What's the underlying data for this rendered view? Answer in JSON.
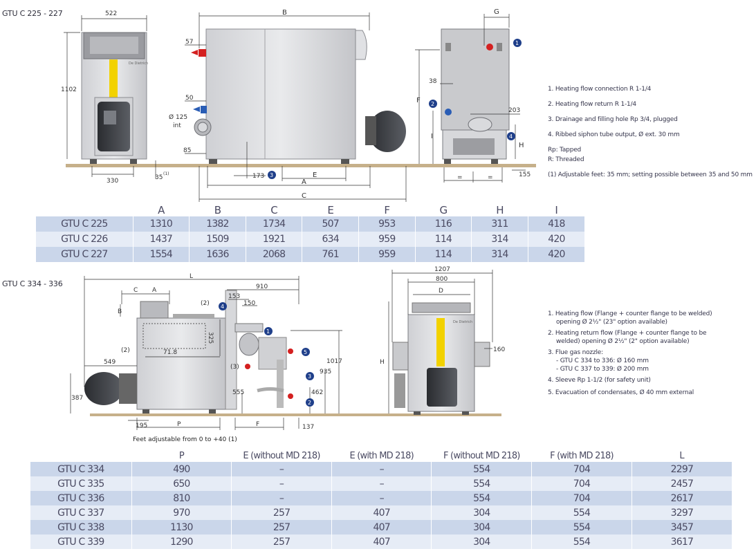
{
  "section1": {
    "title": "GTU C 225 - 227",
    "dims": {
      "d522": "522",
      "B": "B",
      "G": "G",
      "d1102": "1102",
      "d57": "57",
      "d50": "50",
      "d125": "Ø 125",
      "int": "int",
      "d85": "85",
      "d330": "330",
      "d35": "35",
      "sup1": "(1)",
      "d173": "173",
      "E": "E",
      "A": "A",
      "C": "C",
      "d38": "38",
      "F": "F",
      "d203": "203",
      "I": "I",
      "H": "H",
      "d155": "155",
      "eq": "="
    },
    "callouts": [
      "1",
      "2",
      "3",
      "4"
    ],
    "notes": [
      "1. Heating flow connection R 1-1/4",
      "2. Heating flow return R 1-1/4",
      "3. Drainage and filling hole Rp 3/4, plugged",
      "4. Ribbed siphon tube output, Ø ext. 30 mm",
      "Rp: Tapped",
      "R: Threaded",
      "(1) Adjustable feet: 35 mm; setting possible between 35 and 50 mm"
    ],
    "brand": "De Dietrich",
    "table": {
      "headers": [
        "",
        "A",
        "B",
        "C",
        "E",
        "F",
        "G",
        "H",
        "I"
      ],
      "rows": [
        [
          "GTU C 225",
          "1310",
          "1382",
          "1734",
          "507",
          "953",
          "116",
          "311",
          "418"
        ],
        [
          "GTU C 226",
          "1437",
          "1509",
          "1921",
          "634",
          "959",
          "114",
          "314",
          "420"
        ],
        [
          "GTU C 227",
          "1554",
          "1636",
          "2068",
          "761",
          "959",
          "114",
          "314",
          "420"
        ]
      ]
    }
  },
  "section2": {
    "title": "GTU C 334 - 336",
    "dims": {
      "L": "L",
      "d910": "910",
      "C": "C",
      "A": "A",
      "d153": "153",
      "d150": "150",
      "p2a": "(2)",
      "B": "B",
      "d325": "325",
      "p2b": "(2)",
      "d718": "71.8",
      "d549": "549",
      "p3": "(3)",
      "d1017": "1017",
      "d935": "935",
      "d555": "555",
      "d462": "462",
      "d387": "387",
      "d195": "195",
      "P": "P",
      "F": "F",
      "d137": "137",
      "feet": "Feet adjustable from 0 to +40 (1)",
      "d1207": "1207",
      "d800": "800",
      "D": "D",
      "H": "H",
      "d160": "160"
    },
    "callouts": [
      "1",
      "2",
      "3",
      "4",
      "5"
    ],
    "notes": {
      "n1a": "1. Heating flow (Flange + counter flange to be welded)",
      "n1b": "opening Ø 2½\" (23\" option available)",
      "n2a": "2. Heating return flow (Flange + counter flange to be",
      "n2b": "welded) opening Ø 2½\" (2\" option available)",
      "n3": "3. Flue gas nozzle:",
      "n3a": "- GTU C 334 to 336: Ø 160 mm",
      "n3b": "- GTU C 337 to 339: Ø 200 mm",
      "n4": "4. Sleeve Rp 1-1/2 (for safety unit)",
      "n5": "5. Evacuation of condensates, Ø 40 mm external"
    },
    "brand": "De Dietrich",
    "table": {
      "headers": [
        "",
        "P",
        "E (without MD 218)",
        "E (with MD 218)",
        "F (without MD 218)",
        "F (with MD 218)",
        "L"
      ],
      "rows": [
        [
          "GTU C 334",
          "490",
          "–",
          "–",
          "554",
          "704",
          "2297"
        ],
        [
          "GTU C 335",
          "650",
          "–",
          "–",
          "554",
          "704",
          "2457"
        ],
        [
          "GTU C 336",
          "810",
          "–",
          "–",
          "554",
          "704",
          "2617"
        ],
        [
          "GTU C 337",
          "970",
          "257",
          "407",
          "304",
          "554",
          "3297"
        ],
        [
          "GTU C 338",
          "1130",
          "257",
          "407",
          "304",
          "554",
          "3457"
        ],
        [
          "GTU C 339",
          "1290",
          "257",
          "407",
          "304",
          "554",
          "3617"
        ]
      ]
    }
  },
  "colors": {
    "callout": "#1f3f8a",
    "yellow": "#f2d200",
    "body": "#dcdde0",
    "row_dark": "#cad6ea",
    "row_light": "#e6ecf6",
    "floor": "#b09a78",
    "red": "#d42020",
    "blue": "#2a5db5"
  }
}
